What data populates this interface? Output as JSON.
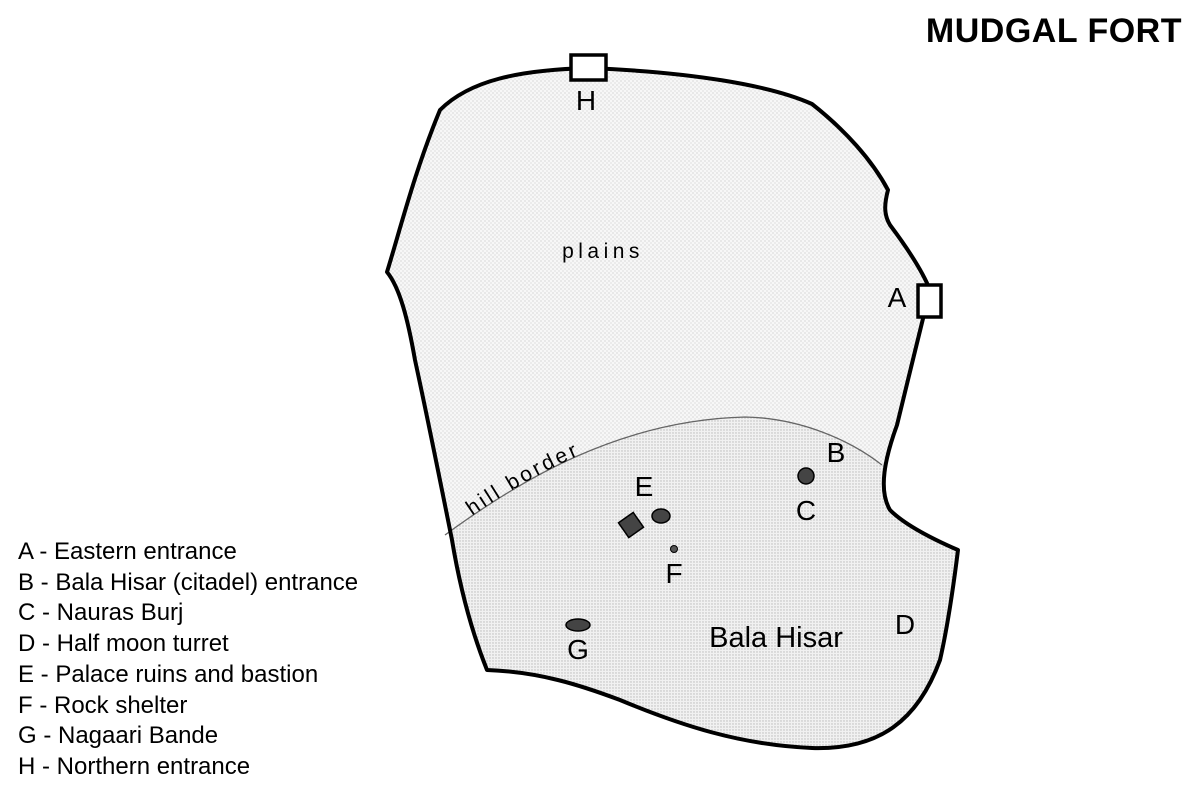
{
  "title": "MUDGAL FORT",
  "areas": {
    "plains": "plains",
    "hill_border": "hill border",
    "citadel": "Bala Hisar"
  },
  "markers": [
    {
      "key": "A",
      "label": "A"
    },
    {
      "key": "B",
      "label": "B"
    },
    {
      "key": "C",
      "label": "C"
    },
    {
      "key": "D",
      "label": "D"
    },
    {
      "key": "E",
      "label": "E"
    },
    {
      "key": "F",
      "label": "F"
    },
    {
      "key": "G",
      "label": "G"
    },
    {
      "key": "H",
      "label": "H"
    }
  ],
  "legend": [
    "A - Eastern entrance",
    "B - Bala Hisar (citadel) entrance",
    "C - Nauras Burj",
    "D - Half moon turret",
    "E - Palace ruins and bastion",
    "F - Rock shelter",
    "G - Nagaari Bande",
    "H - Northern entrance"
  ]
}
